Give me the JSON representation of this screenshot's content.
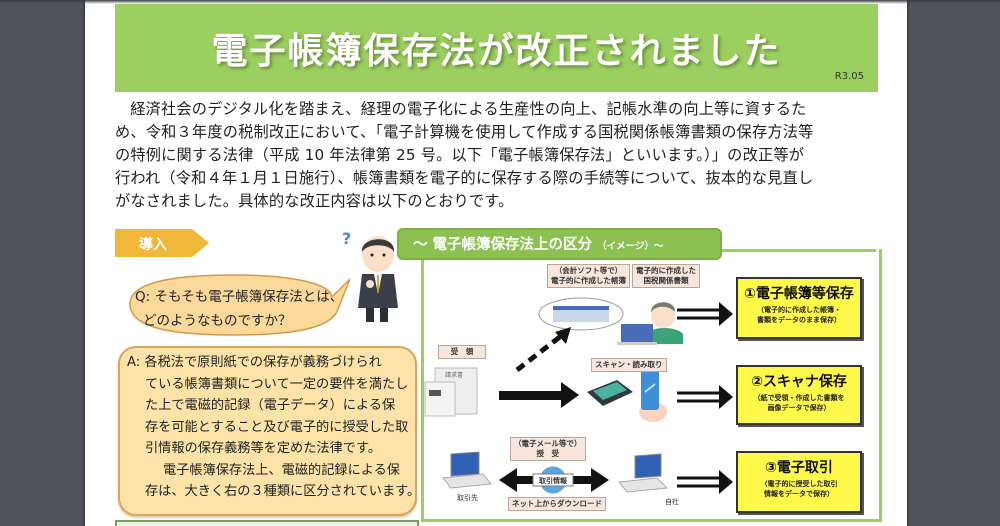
{
  "document": {
    "title": "電子帳簿保存法が改正されました",
    "revision": "R3.05",
    "intro_lines": [
      "経済社会のデジタル化を踏まえ、経理の電子化による生産性の向上、記帳水準の向上等に資するた",
      "め、令和３年度の税制改正において、「電子計算機を使用して作成する国税関係帳簿書類の保存方法等",
      "の特例に関する法律（平成 10 年法律第 25 号。以下「電子帳簿保存法」といいます。）」の改正等が",
      "行われ（令和４年１月１日施行）、帳簿書類を電子的に保存する際の手続等について、抜本的な見直し",
      "がなされました。具体的な改正内容は以下のとおりです。"
    ]
  },
  "intro_section": {
    "tag": "導入",
    "question_lines": [
      "Q:  そもそも電子帳簿保存法とは、",
      "どのようなものですか？"
    ],
    "answer_lines": [
      "A:  各税法で原則紙での保存が義務づけられ",
      "ている帳簿書類について一定の要件を満たし",
      "た上で電磁的記録（電子データ）による保",
      "存を可能とすること及び電子的に授受した取",
      "引情報の保存義務等を定めた法律です。",
      "電子帳簿保存法上、電磁的記録による保",
      "存は、大きく右の３種類に区分されています。"
    ]
  },
  "diagram": {
    "title": "～ 電子帳簿保存法上の区分",
    "title_suffix": "（イメージ）～",
    "labels": {
      "software_books": [
        "（会計ソフト等で）",
        "電子的に作成した帳簿"
      ],
      "electronic_docs": [
        "電子的に作成した",
        "国税関係書類"
      ],
      "received": "受　領",
      "scan": "スキャン・読み取り",
      "email": [
        "（電子メール等で）",
        "授　受"
      ],
      "transaction_info": "取引情報",
      "download": "ネット上からダウンロード",
      "counterparty": "取引先",
      "own_company": "自社",
      "invoice": "請求書"
    },
    "categories": [
      {
        "title": "①電子帳簿等保存",
        "desc": [
          "（電子的に作成した帳簿・",
          "書類をデータのまま保存）"
        ]
      },
      {
        "title": "②スキャナ保存",
        "desc": [
          "（紙で受領・作成した書類を",
          "画像データで保存）"
        ]
      },
      {
        "title": "③電子取引",
        "desc": [
          "（電子的に授受した取引",
          "情報をデータで保存）"
        ]
      }
    ]
  },
  "colors": {
    "banner_green": "#9bcf5f",
    "tag_orange": "#f1b739",
    "answer_fill": "#fde3a7",
    "category_yellow": "#fff94a",
    "viewer_bg": "#515559"
  }
}
